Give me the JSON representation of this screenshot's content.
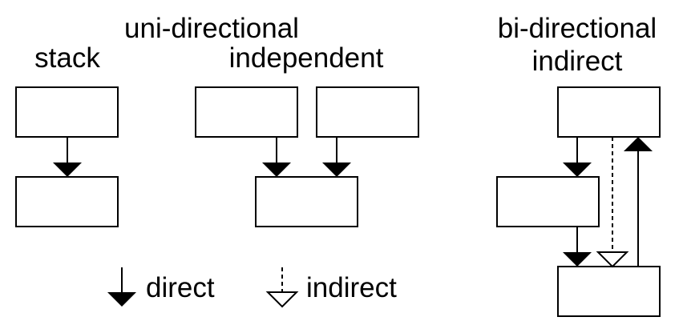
{
  "headings": {
    "uni": "uni-directional",
    "stack": "stack",
    "independent": "independent",
    "bi": "bi-directional",
    "indirect": "indirect"
  },
  "legend": {
    "direct": "direct",
    "indirect": "indirect"
  }
}
